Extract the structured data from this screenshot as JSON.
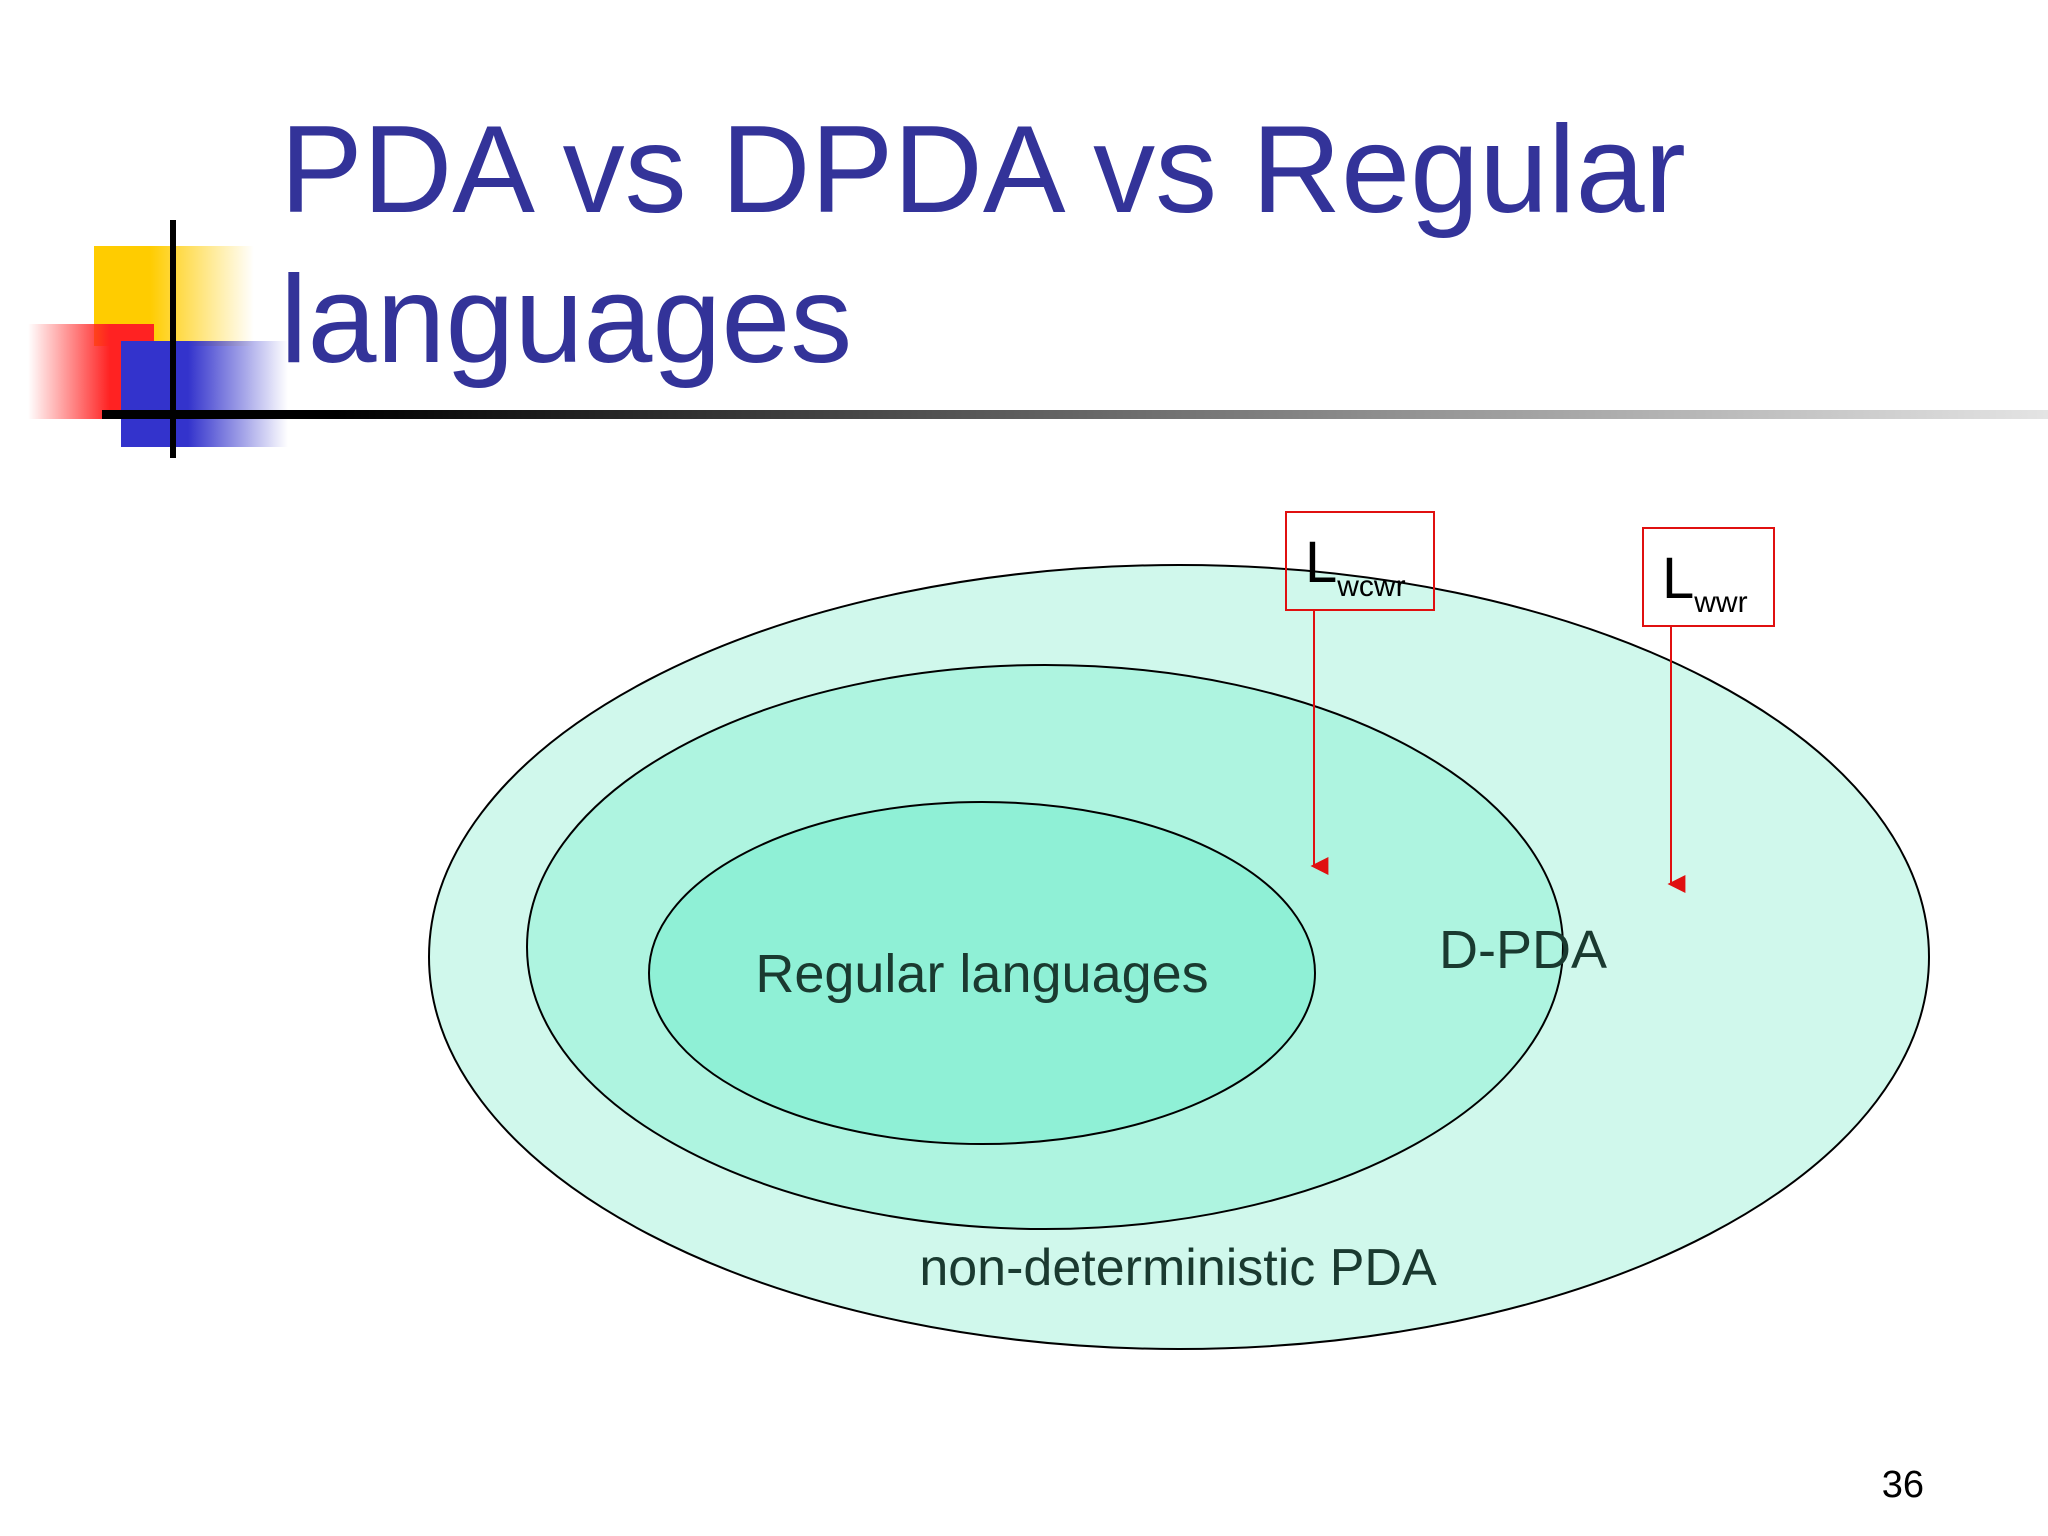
{
  "slide": {
    "title_line1": "PDA vs DPDA vs Regular",
    "title_line2": "languages",
    "page_number": "36"
  },
  "diagram": {
    "regions": {
      "outer_label": "non-deterministic PDA",
      "middle_label": "D-PDA",
      "inner_label": "Regular languages"
    },
    "callouts": {
      "lwcwr": {
        "base": "L",
        "subscript": "wcwr"
      },
      "lwwr": {
        "base": "L",
        "subscript": "wwr"
      }
    }
  },
  "colors": {
    "title": "#333399",
    "outer_fill": "#d0f8ec",
    "middle_fill": "#aef4e0",
    "inner_fill": "#8ff0d6",
    "callout": "#e01010",
    "region_text": "#1a3a30",
    "deco_yellow": "#ffcc00",
    "deco_red": "#ff2222",
    "deco_blue": "#3333cc"
  }
}
